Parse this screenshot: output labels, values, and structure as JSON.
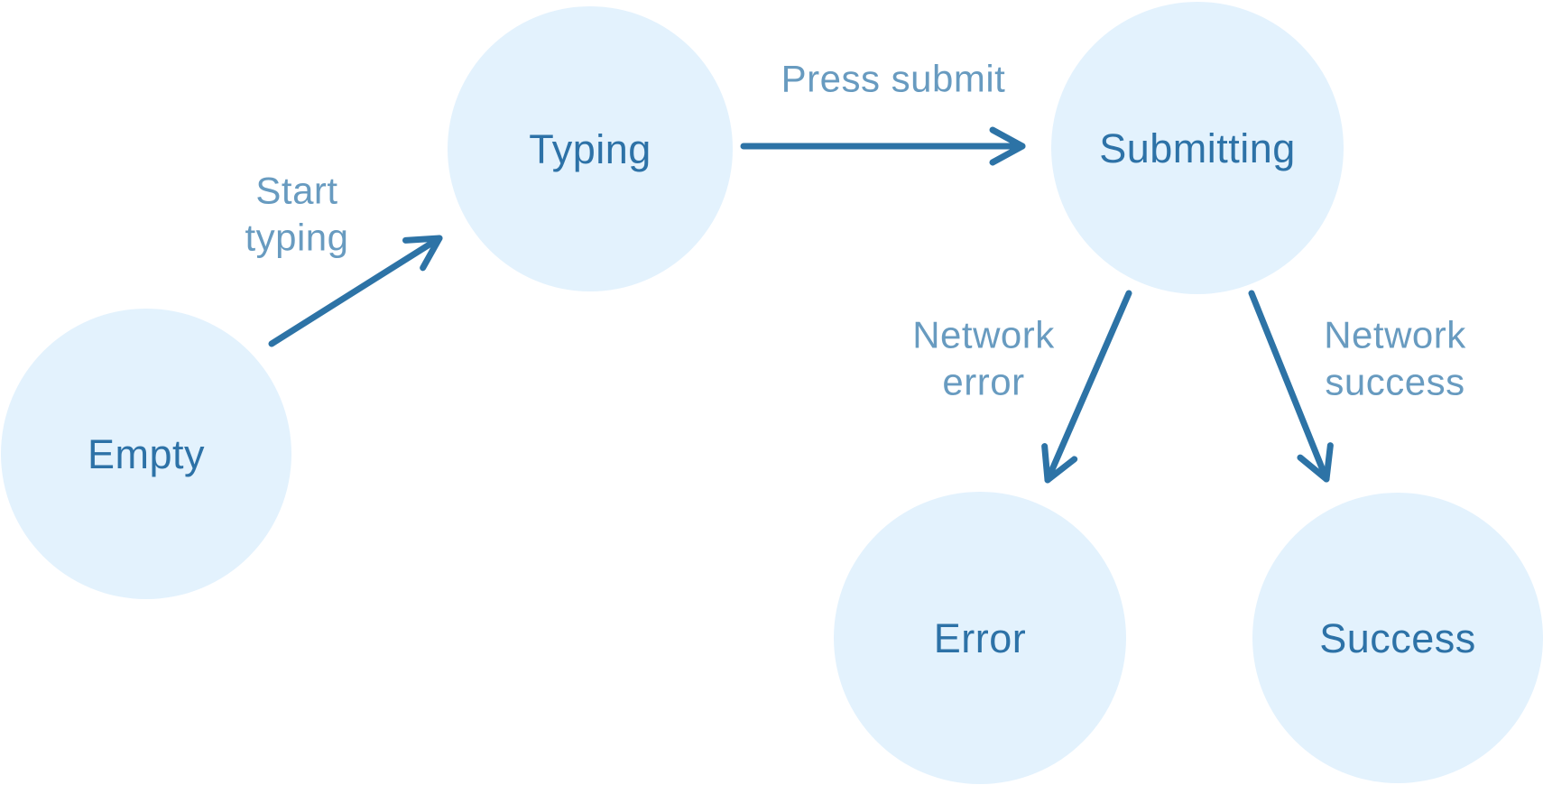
{
  "diagram": {
    "type": "state-machine",
    "background_color": "#ffffff",
    "node_fill_color": "#e3f2fd",
    "node_text_color": "#2d72a7",
    "arrow_color": "#2d73a6",
    "edge_label_color": "#2e74a8",
    "states": [
      {
        "id": "empty",
        "label": "Empty"
      },
      {
        "id": "typing",
        "label": "Typing"
      },
      {
        "id": "submitting",
        "label": "Submitting"
      },
      {
        "id": "error",
        "label": "Error"
      },
      {
        "id": "success",
        "label": "Success"
      }
    ],
    "transitions": [
      {
        "from": "empty",
        "to": "typing",
        "label": "Start typing",
        "label_lines": [
          "Start",
          "typing"
        ]
      },
      {
        "from": "typing",
        "to": "submitting",
        "label": "Press submit",
        "label_lines": [
          "Press submit"
        ]
      },
      {
        "from": "submitting",
        "to": "error",
        "label": "Network error",
        "label_lines": [
          "Network",
          "error"
        ]
      },
      {
        "from": "submitting",
        "to": "success",
        "label": "Network success",
        "label_lines": [
          "Network",
          "success"
        ]
      }
    ]
  }
}
